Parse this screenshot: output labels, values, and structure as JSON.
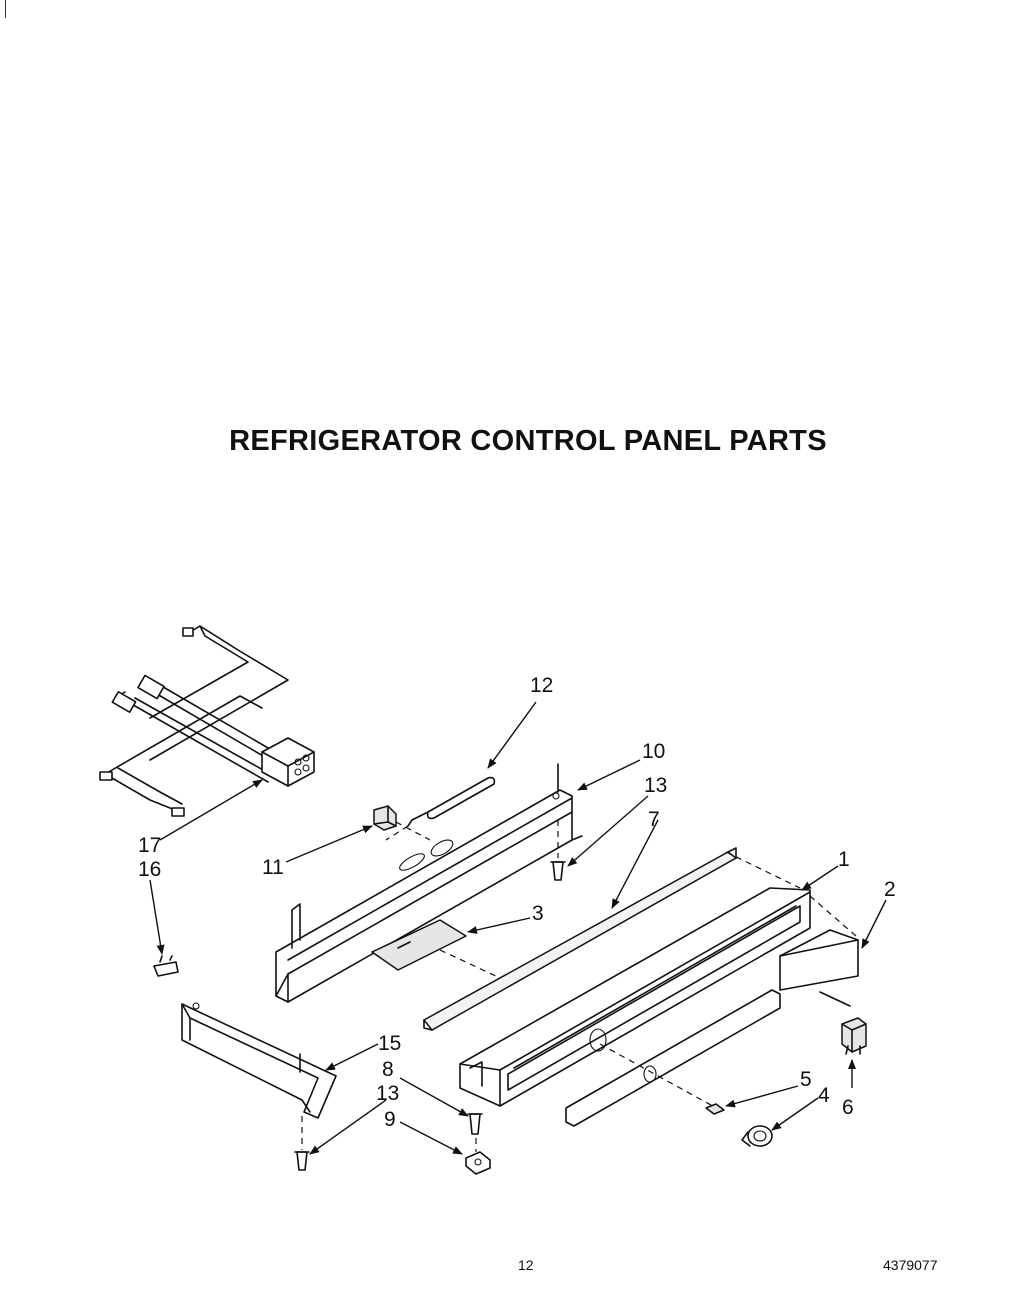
{
  "title": "REFRIGERATOR CONTROL PANEL PARTS",
  "page_number": "12",
  "document_number": "4379077",
  "callouts": [
    "12",
    "10",
    "13",
    "7",
    "1",
    "2",
    "17",
    "16",
    "11",
    "3",
    "15",
    "8",
    "13",
    "9",
    "5",
    "4",
    "6"
  ]
}
